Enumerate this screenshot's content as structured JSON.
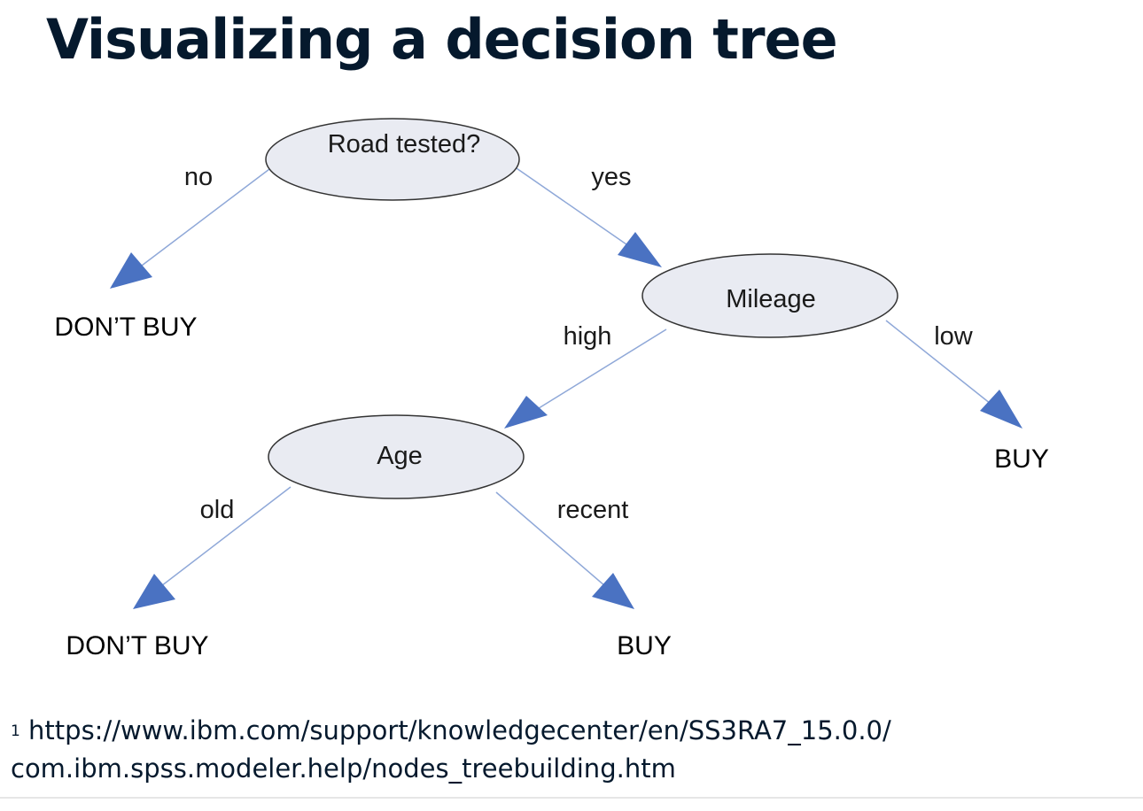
{
  "slide": {
    "title": "Visualizing a decision tree"
  },
  "tree": {
    "nodes": {
      "root": "Road tested?",
      "mileage": "Mileage",
      "age": "Age"
    },
    "edges": {
      "root_no": "no",
      "root_yes": "yes",
      "mileage_high": "high",
      "mileage_low": "low",
      "age_old": "old",
      "age_recent": "recent"
    },
    "leaves": {
      "root_no": "DON’T BUY",
      "mileage_low": "BUY",
      "age_old": "DON’T BUY",
      "age_recent": "BUY"
    },
    "colors": {
      "node_fill": "#e9ebf2",
      "node_stroke": "#333333",
      "edge_line": "#8fa8d8",
      "arrow_fill": "#4a72c2"
    }
  },
  "footnote": {
    "marker": "1",
    "line1": "https://www.ibm.com/support/knowledgecenter/en/SS3RA7_15.0.0/",
    "line2": "com.ibm.spss.modeler.help/nodes_treebuilding.htm"
  }
}
